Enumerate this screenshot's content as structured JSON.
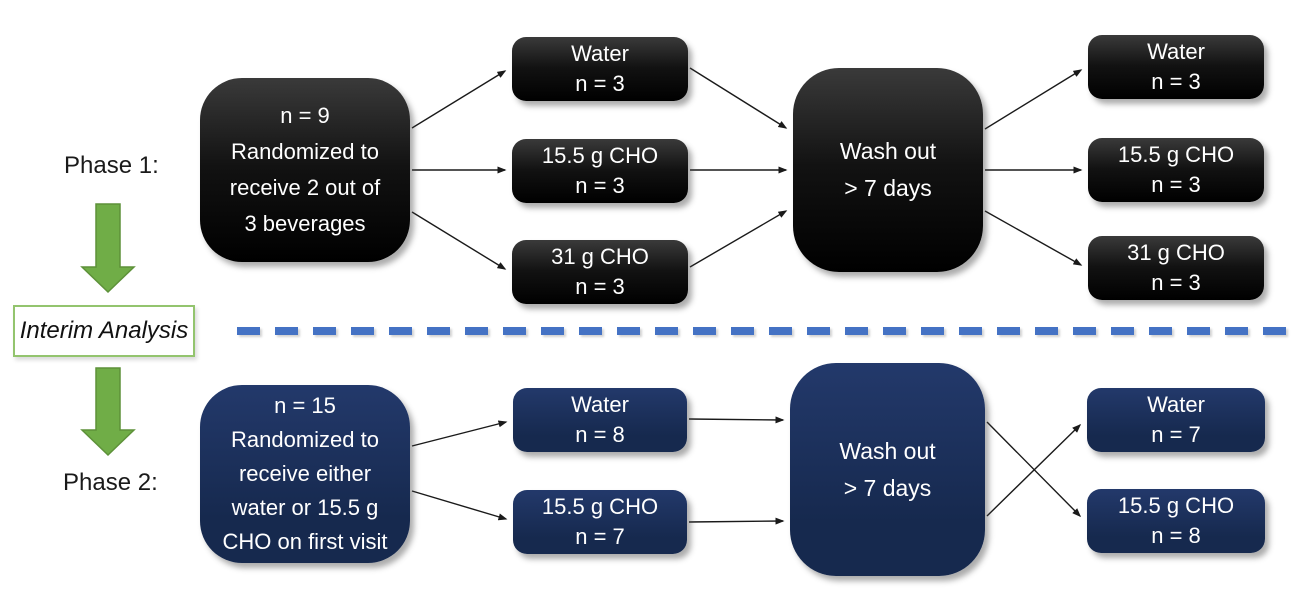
{
  "diagram": {
    "phase1": {
      "label": "Phase 1:",
      "source_box": {
        "line1": "n = 9",
        "line2": "Randomized to",
        "line3": "receive 2 out of",
        "line4": "3 beverages"
      },
      "first_arms": [
        {
          "name": "Water",
          "n": "n = 3"
        },
        {
          "name": "15.5 g CHO",
          "n": "n = 3"
        },
        {
          "name": "31 g CHO",
          "n": "n = 3"
        }
      ],
      "washout": {
        "line1": "Wash out",
        "line2": "> 7 days"
      },
      "second_arms": [
        {
          "name": "Water",
          "n": "n = 3"
        },
        {
          "name": "15.5 g CHO",
          "n": "n = 3"
        },
        {
          "name": "31 g CHO",
          "n": "n = 3"
        }
      ]
    },
    "interim": {
      "label": "Interim Analysis"
    },
    "phase2": {
      "label": "Phase 2:",
      "source_box": {
        "line1": "n = 15",
        "line2": "Randomized to",
        "line3": "receive either",
        "line4": "water or 15.5 g",
        "line5": "CHO on first visit"
      },
      "first_arms": [
        {
          "name": "Water",
          "n": "n = 8"
        },
        {
          "name": "15.5 g CHO",
          "n": "n = 7"
        }
      ],
      "washout": {
        "line1": "Wash out",
        "line2": "> 7 days"
      },
      "second_arms": [
        {
          "name": "Water",
          "n": "n = 7"
        },
        {
          "name": "15.5 g CHO",
          "n": "n = 8"
        }
      ]
    },
    "colors": {
      "phase1_box": "#000000",
      "phase2_box": "#16294e",
      "divider_dash": "#4472c4",
      "phase_arrow_green": "#70ad47",
      "interim_border_green": "#93c46e",
      "connector": "#1a1a1a"
    }
  }
}
